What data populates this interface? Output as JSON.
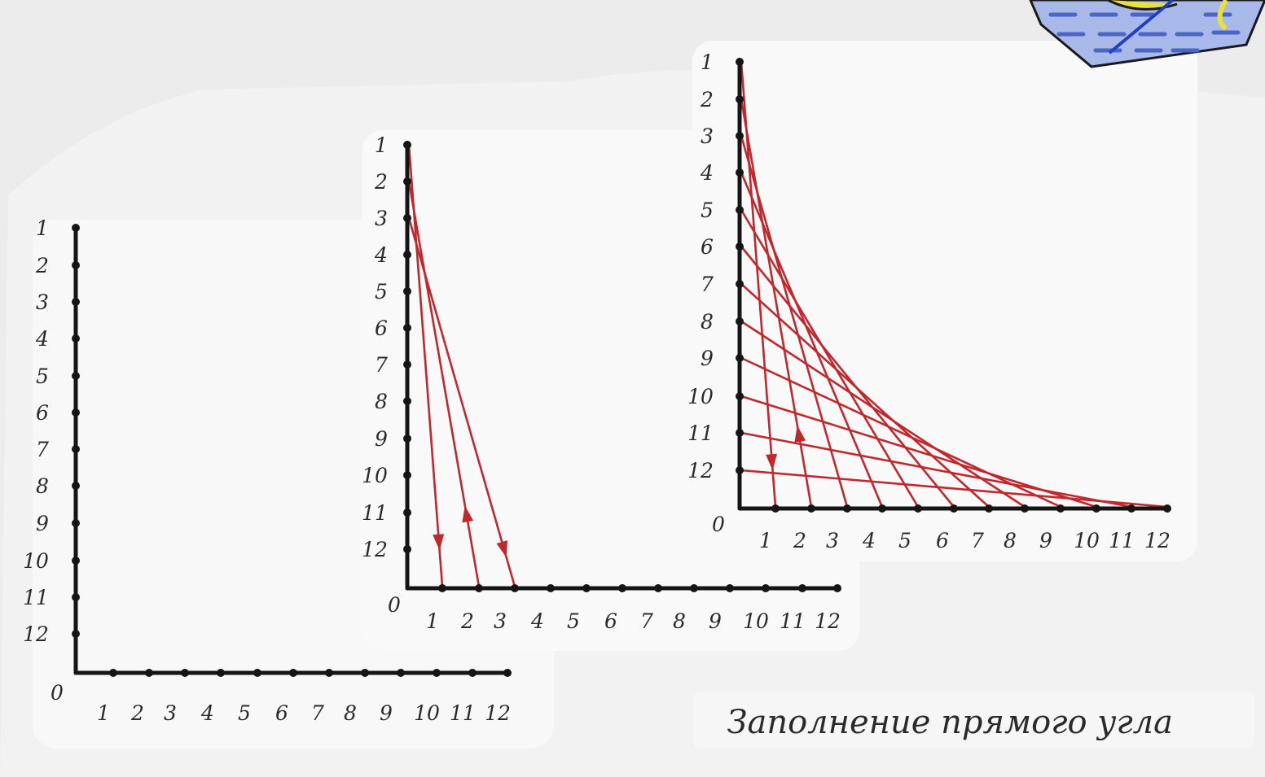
{
  "caption": "Заполнение прямого угла",
  "diagrams": [
    {
      "id": "empty-angle",
      "vertical_labels": [
        "1",
        "2",
        "3",
        "4",
        "5",
        "6",
        "7",
        "8",
        "9",
        "10",
        "11",
        "12"
      ],
      "horizontal_labels": [
        "1",
        "2",
        "3",
        "4",
        "5",
        "6",
        "7",
        "8",
        "9",
        "10",
        "11",
        "12"
      ],
      "origin_label": "0",
      "threads": [],
      "arrows": []
    },
    {
      "id": "angle-first-stitches",
      "vertical_labels": [
        "1",
        "2",
        "3",
        "4",
        "5",
        "6",
        "7",
        "8",
        "9",
        "10",
        "11",
        "12"
      ],
      "horizontal_labels": [
        "1",
        "2",
        "3",
        "4",
        "5",
        "6",
        "7",
        "8",
        "9",
        "10",
        "11",
        "12"
      ],
      "origin_label": "0",
      "threads": [
        [
          1,
          1
        ],
        [
          2,
          2
        ],
        [
          3,
          3
        ]
      ],
      "arrows": [
        {
          "thread": 1,
          "direction": "down"
        },
        {
          "thread": 2,
          "direction": "up"
        },
        {
          "thread": 3,
          "direction": "down"
        }
      ]
    },
    {
      "id": "angle-filled",
      "vertical_labels": [
        "1",
        "2",
        "3",
        "4",
        "5",
        "6",
        "7",
        "8",
        "9",
        "10",
        "11",
        "12"
      ],
      "horizontal_labels": [
        "1",
        "2",
        "3",
        "4",
        "5",
        "6",
        "7",
        "8",
        "9",
        "10",
        "11",
        "12"
      ],
      "origin_label": "0",
      "threads": [
        [
          1,
          1
        ],
        [
          2,
          2
        ],
        [
          3,
          3
        ],
        [
          4,
          4
        ],
        [
          5,
          5
        ],
        [
          6,
          6
        ],
        [
          7,
          7
        ],
        [
          8,
          8
        ],
        [
          9,
          9
        ],
        [
          10,
          10
        ],
        [
          11,
          11
        ],
        [
          12,
          12
        ]
      ],
      "arrows": [
        {
          "thread": 1,
          "direction": "down"
        },
        {
          "thread": 2,
          "direction": "up"
        }
      ]
    }
  ],
  "colors": {
    "background": "#ececec",
    "axis": "#151515",
    "thread": "#c0282d",
    "text": "#2a2a2a",
    "corner_fill": "#a8b8e8",
    "corner_accent": "#e8e040",
    "corner_stroke": "#1a1a1a",
    "corner_needle": "#2040c0"
  },
  "icons": [
    "corner-decoration-icon"
  ]
}
